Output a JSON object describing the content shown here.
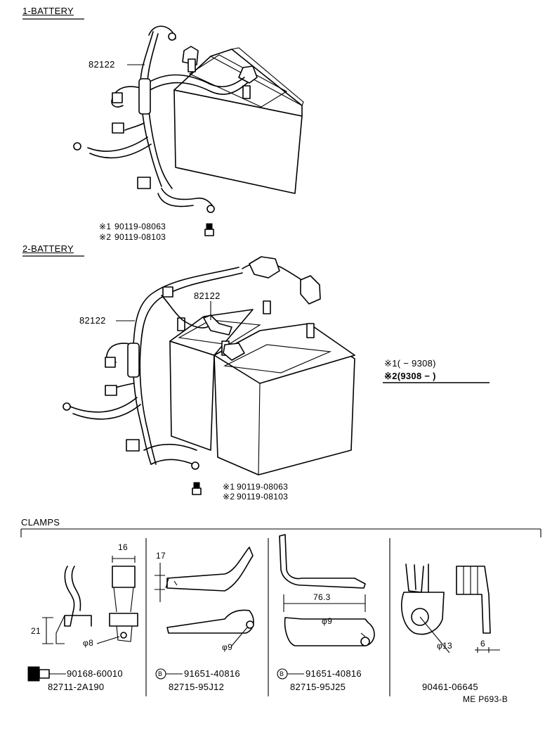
{
  "sections": {
    "battery1": {
      "title": "1-BATTERY"
    },
    "battery2": {
      "title": "2-BATTERY"
    },
    "clamps": {
      "title": "CLAMPS"
    }
  },
  "battery1": {
    "cable_part": "82122",
    "bolt_1_mark": "※1",
    "bolt_1_part": "90119-08063",
    "bolt_2_mark": "※2",
    "bolt_2_part": "90119-08103"
  },
  "battery2": {
    "cable_part_a": "82122",
    "cable_part_b": "82122",
    "bolt_1_mark": "※1",
    "bolt_1_part": "90119-08063",
    "bolt_2_mark": "※2",
    "bolt_2_part": "90119-08103"
  },
  "legend": {
    "row1": "※1(       − 9308)",
    "row2": "※2(9308 −       )"
  },
  "clamps": {
    "c1": {
      "dim_width": "16",
      "dim_height": "21",
      "dim_hole": "φ8",
      "bolt_part": "90168-60010",
      "clamp_part": "82711-2A190"
    },
    "c2": {
      "dim_height": "17",
      "dim_hole": "φ9",
      "bolt_mark": "B",
      "bolt_part": "91651-40816",
      "clamp_part": "82715-95J12"
    },
    "c3": {
      "dim_length": "76.3",
      "dim_hole": "φ9",
      "bolt_mark": "B",
      "bolt_part": "91651-40816",
      "clamp_part": "82715-95J25"
    },
    "c4": {
      "dim_hole": "φ13",
      "dim_thick": "6",
      "clamp_part": "90461-06645"
    }
  },
  "footer": {
    "code": "ME P693-B"
  }
}
